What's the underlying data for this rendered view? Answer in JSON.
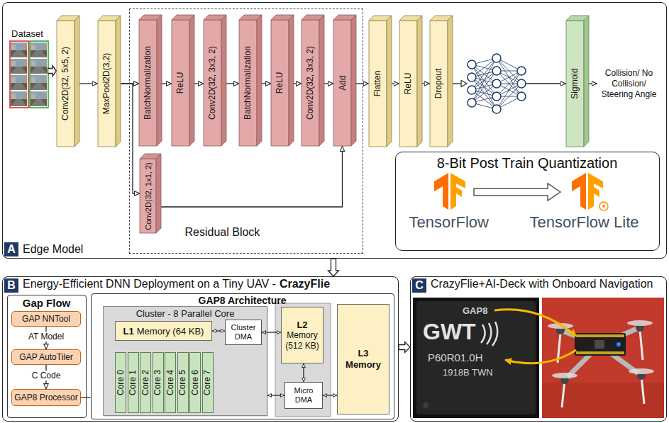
{
  "diagram": {
    "nodes": [
      {
        "text": [
          "A",
          "Edge Model"
        ]
      },
      {
        "text": [
          "Dataset"
        ],
        "in": 0
      },
      {
        "text": [
          "Conv2D(32, 5x5, 2)"
        ],
        "in": 0
      },
      {
        "text": [
          "MaxPool2D(3,2)"
        ],
        "in": 0
      },
      {
        "text": [
          "Residual Block"
        ],
        "in": 0
      },
      {
        "text": [
          "BatchNormalization"
        ],
        "in": 4
      },
      {
        "text": [
          "ReLU"
        ],
        "in": 4
      },
      {
        "text": [
          "Conv2D(32, 3x3, 2)"
        ],
        "in": 4
      },
      {
        "text": [
          "BatchNormalization"
        ],
        "in": 4
      },
      {
        "text": [
          "ReLU"
        ],
        "in": 4
      },
      {
        "text": [
          "Conv2D(32, 3x3, 2)"
        ],
        "in": 4
      },
      {
        "text": [
          "Add"
        ],
        "in": 4
      },
      {
        "text": [
          "Conv2D(32, 1x1, 2)"
        ],
        "in": 4
      },
      {
        "text": [
          "Flatten"
        ],
        "in": 0
      },
      {
        "text": [
          "ReLU"
        ],
        "in": 0
      },
      {
        "text": [
          "Dropout"
        ],
        "in": 0
      },
      {
        "text": [
          "Sigmoid"
        ],
        "in": 0
      },
      {
        "text": [
          "Collision/ No Collision/ Steering Angle"
        ],
        "in": 0
      },
      {
        "text": [
          "8-Bit Post Train Quantization",
          "TensorFlow",
          "TensorFlow Lite"
        ],
        "in": 0
      },
      {
        "text": [
          "B",
          "Energy-Efficient DNN Deployment on a Tiny UAV -",
          "CrazyFlie"
        ]
      },
      {
        "text": [
          "Gap Flow"
        ],
        "in": 19
      },
      {
        "text": [
          "GAP NNTool"
        ],
        "in": 20
      },
      {
        "text": [
          "GAP AutoTiler"
        ],
        "in": 20
      },
      {
        "text": [
          "GAP8 Processor"
        ],
        "in": 20
      },
      {
        "text": [
          "GAP8 Architecture"
        ],
        "in": 19
      },
      {
        "text": [
          "Cluster - 8 Parallel Core"
        ],
        "in": 24
      },
      {
        "text": [
          "L1",
          "Memory (64 KB)"
        ],
        "in": 25
      },
      {
        "text": [
          "Cluster DMA"
        ],
        "in": 25
      },
      {
        "text": [
          "Core 0"
        ],
        "in": 25
      },
      {
        "text": [
          "Core 1"
        ],
        "in": 25
      },
      {
        "text": [
          "Core 2"
        ],
        "in": 25
      },
      {
        "text": [
          "Core 3"
        ],
        "in": 25
      },
      {
        "text": [
          "Core 4"
        ],
        "in": 25
      },
      {
        "text": [
          "Core 5"
        ],
        "in": 25
      },
      {
        "text": [
          "Core 6"
        ],
        "in": 25
      },
      {
        "text": [
          "Core 7"
        ],
        "in": 25
      },
      {
        "text": [
          "L2",
          "Memory (512 KB)"
        ],
        "in": 24
      },
      {
        "text": [
          "Micro DMA"
        ],
        "in": 24
      },
      {
        "text": [
          "L3 Memory"
        ],
        "in": 24
      },
      {
        "text": [
          "C",
          "CrazyFlie+AI-Deck with Onboard Navigation"
        ]
      }
    ],
    "edges": [
      {
        "from": 1,
        "to": 2,
        "arrow": "to"
      },
      {
        "from": 2,
        "to": 3,
        "arrow": "to"
      },
      {
        "from": 3,
        "to": 5,
        "arrow": "to"
      },
      {
        "from": 3,
        "to": 12,
        "arrow": "to"
      },
      {
        "from": 5,
        "to": 6,
        "arrow": "to"
      },
      {
        "from": 6,
        "to": 7,
        "arrow": "to"
      },
      {
        "from": 7,
        "to": 8,
        "arrow": "to"
      },
      {
        "from": 8,
        "to": 9,
        "arrow": "to"
      },
      {
        "from": 9,
        "to": 10,
        "arrow": "to"
      },
      {
        "from": 10,
        "to": 11,
        "arrow": "to"
      },
      {
        "from": 12,
        "to": 11,
        "arrow": "to"
      },
      {
        "from": 11,
        "to": 13,
        "arrow": "to"
      },
      {
        "from": 13,
        "to": 14,
        "arrow": "to"
      },
      {
        "from": 14,
        "to": 15,
        "arrow": "to"
      },
      {
        "from": 15,
        "to": 16,
        "arrow": "to"
      },
      {
        "from": 16,
        "to": 17,
        "arrow": "to"
      },
      {
        "from": 0,
        "to": 19,
        "arrow": "to"
      },
      {
        "from": 21,
        "to": 22,
        "arrow": "to",
        "label": "AT Model"
      },
      {
        "from": 22,
        "to": 23,
        "arrow": "to",
        "label": "C Code"
      },
      {
        "from": 23,
        "to": 24,
        "arrow": "none"
      },
      {
        "from": 26,
        "to": 27,
        "arrow": "both"
      },
      {
        "from": 27,
        "to": 36,
        "arrow": "both"
      },
      {
        "from": 25,
        "to": 37,
        "arrow": "both"
      },
      {
        "from": 36,
        "to": 37,
        "arrow": "both"
      },
      {
        "from": 37,
        "to": 38,
        "arrow": "both"
      },
      {
        "from": 19,
        "to": 39,
        "arrow": "to"
      }
    ],
    "labels": [
      "GAP8",
      "GWT",
      "P60R01.0H",
      "1918B TWN"
    ]
  }
}
